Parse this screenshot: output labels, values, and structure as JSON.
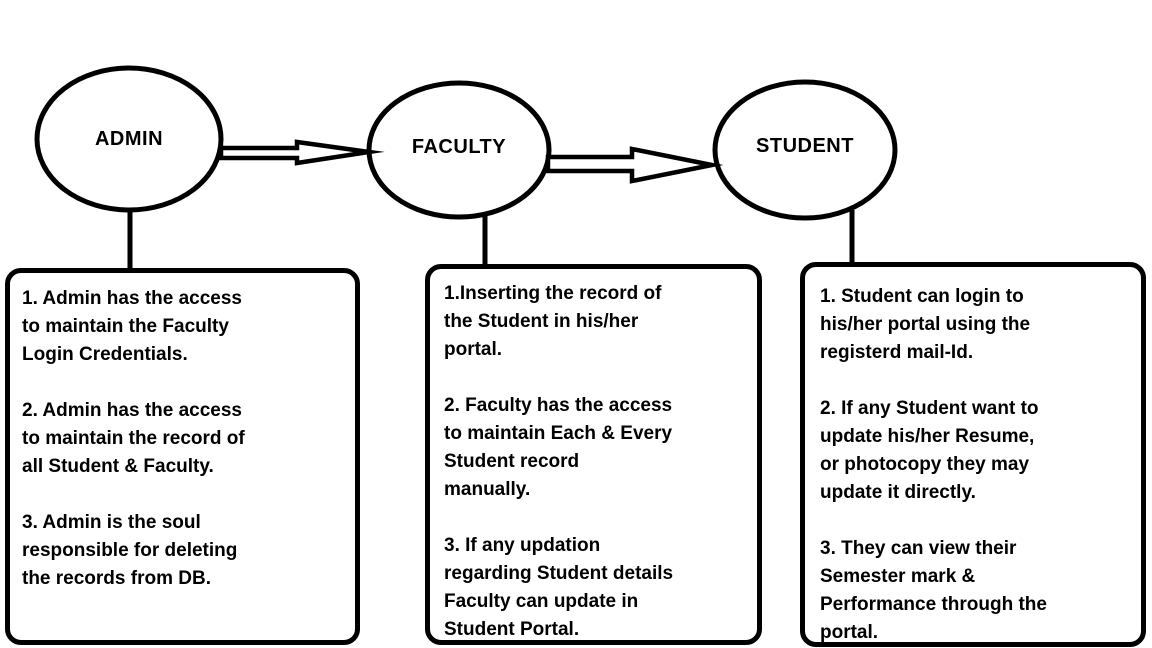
{
  "diagram": {
    "title": "admin-faculty-student responsibilities flow",
    "colors": {
      "stroke": "#000000",
      "background": "#ffffff",
      "text": "#000000"
    },
    "entities": [
      {
        "label": "ADMIN",
        "paragraphs": [
          "1. Admin has the access\nto maintain the Faculty\nLogin Credentials.",
          "2. Admin has the access\nto maintain the record of\nall Student & Faculty.",
          "3. Admin is the soul\nresponsible for deleting\nthe records from DB."
        ]
      },
      {
        "label": "FACULTY",
        "paragraphs": [
          "1.Inserting the record of\nthe Student in his/her\nportal.",
          "2. Faculty has the access\nto maintain Each & Every\nStudent record\nmanually.",
          "3. If any updation\nregarding Student details\nFaculty can update in\nStudent Portal."
        ]
      },
      {
        "label": "STUDENT",
        "paragraphs": [
          "1. Student can login to\nhis/her portal using the\nregisterd mail-Id.",
          "2. If any Student want to\nupdate his/her Resume,\nor photocopy they may\nupdate it directly.",
          "3. They can view their\nSemester mark &\nPerformance through the\nportal."
        ]
      }
    ]
  }
}
